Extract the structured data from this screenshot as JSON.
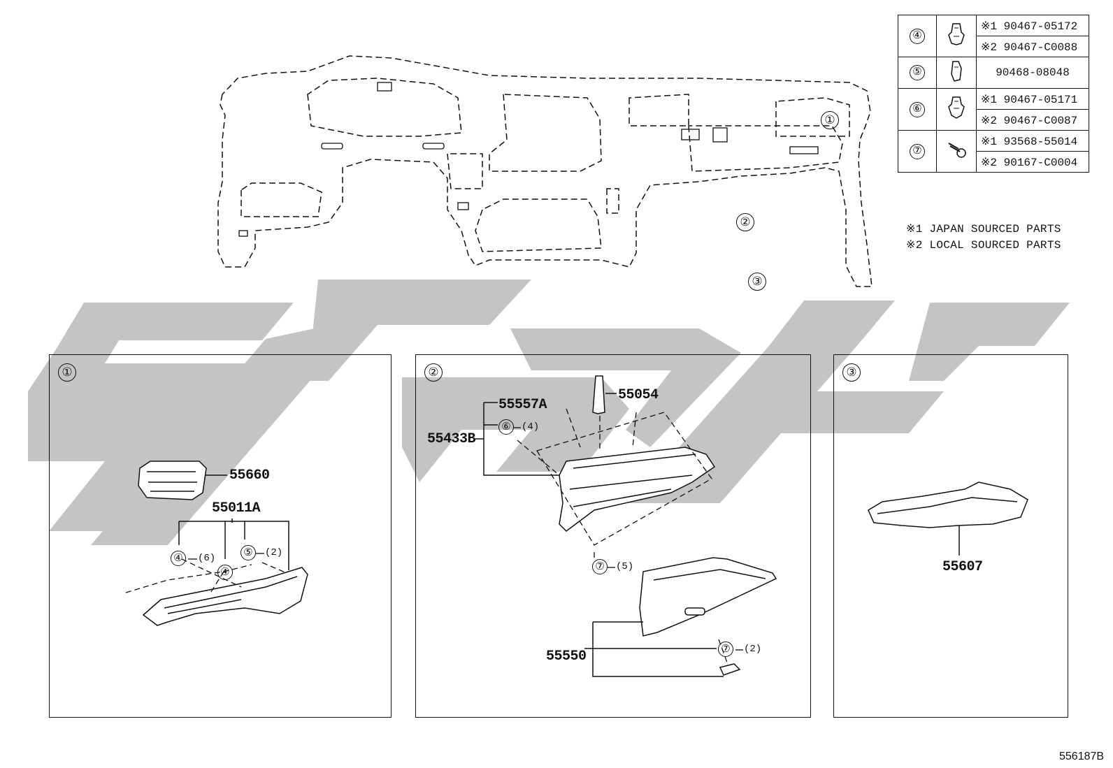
{
  "legend": {
    "rows": [
      {
        "ref": "④",
        "icon": "clip-icon",
        "parts": [
          {
            "mark": "※1",
            "number": "90467-05172"
          },
          {
            "mark": "※2",
            "number": "90467-C0088"
          }
        ]
      },
      {
        "ref": "⑤",
        "icon": "clip-icon",
        "parts": [
          {
            "mark": "",
            "number": "90468-08048"
          }
        ]
      },
      {
        "ref": "⑥",
        "icon": "clip-icon",
        "parts": [
          {
            "mark": "※1",
            "number": "90467-05171"
          },
          {
            "mark": "※2",
            "number": "90467-C0087"
          }
        ]
      },
      {
        "ref": "⑦",
        "icon": "screw-icon",
        "parts": [
          {
            "mark": "※1",
            "number": "93568-55014"
          },
          {
            "mark": "※2",
            "number": "90167-C0004"
          }
        ]
      }
    ],
    "notes": [
      "※1 JAPAN SOURCED PARTS",
      "※2 LOCAL SOURCED PARTS"
    ]
  },
  "overview": {
    "callouts": [
      "①",
      "②",
      "③"
    ]
  },
  "panels": [
    {
      "ref": "①",
      "labels": {
        "p1": "55660",
        "p2": "55011A"
      },
      "callouts": [
        {
          "ref": "④",
          "qty": "(6)"
        },
        {
          "ref": "④",
          "qty": ""
        },
        {
          "ref": "⑤",
          "qty": "(2)"
        }
      ]
    },
    {
      "ref": "②",
      "labels": {
        "p1": "55557A",
        "p2": "55054",
        "p3": "55433B",
        "p4": "55550"
      },
      "callouts": [
        {
          "ref": "⑥",
          "qty": "(4)"
        },
        {
          "ref": "⑦",
          "qty": "(5)"
        },
        {
          "ref": "⑦",
          "qty": "(2)"
        }
      ]
    },
    {
      "ref": "③",
      "labels": {
        "p1": "55607"
      }
    }
  ],
  "diagram_id": "556187B",
  "colors": {
    "watermark": "#bdbdbd",
    "line": "#111111"
  }
}
